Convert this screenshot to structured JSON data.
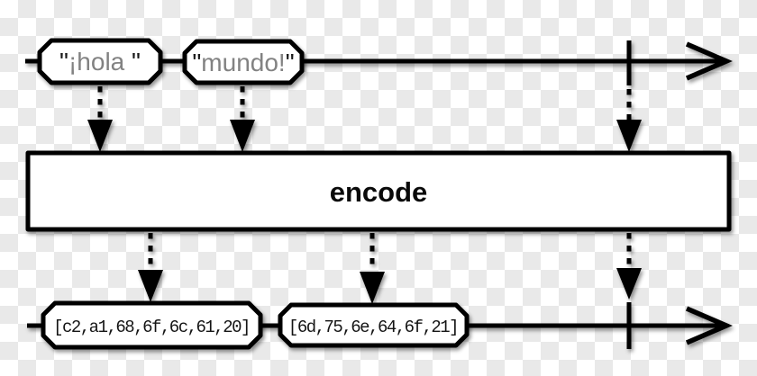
{
  "diagram": {
    "type": "encoding-flow",
    "top_row": {
      "boxes": [
        {
          "quote": "\"",
          "body": "¡hola "
        },
        {
          "quote": "\"",
          "body": "mundo!"
        }
      ]
    },
    "process": {
      "label": "encode"
    },
    "bottom_row": {
      "boxes": [
        {
          "label": "[c2,a1,68,6f,6c,61,20]"
        },
        {
          "label": "[6d,75,6e,64,6f,21]"
        }
      ]
    }
  },
  "palette": {
    "stroke": "#000000",
    "box_fill": "#ffffff",
    "string_text": "#828282",
    "quote_text": "#1a1a1a",
    "bytes_text": "#141414",
    "checker_gray": "#e9e9e9",
    "checker_white": "#ffffff"
  }
}
